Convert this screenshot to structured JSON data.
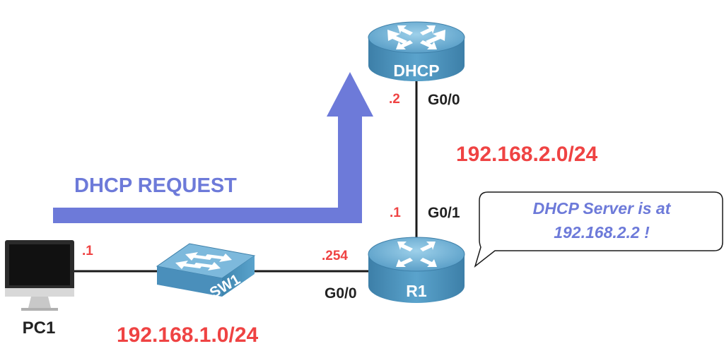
{
  "devices": {
    "dhcp": {
      "name": "DHCP"
    },
    "r1": {
      "name": "R1"
    },
    "sw1": {
      "name": "SW1"
    },
    "pc1": {
      "name": "PC1"
    }
  },
  "interfaces": {
    "dhcp_g00": "G0/0",
    "r1_g01": "G0/1",
    "r1_g00": "G0/0"
  },
  "addresses": {
    "dhcp_host": ".2",
    "r1_top_host": ".1",
    "r1_left_host": ".254",
    "pc1_host": ".1"
  },
  "networks": {
    "top": "192.168.2.0/24",
    "bottom": "192.168.1.0/24"
  },
  "arrow": {
    "label": "DHCP REQUEST"
  },
  "callout": {
    "line1": "DHCP Server is at",
    "line2": "192.168.2.2 !"
  },
  "colors": {
    "router_body": "#4a93bd",
    "router_top": "#78b8db",
    "arrow": "#6d7ad9",
    "address_red": "#ef4343",
    "link": "#1a1a1a"
  }
}
